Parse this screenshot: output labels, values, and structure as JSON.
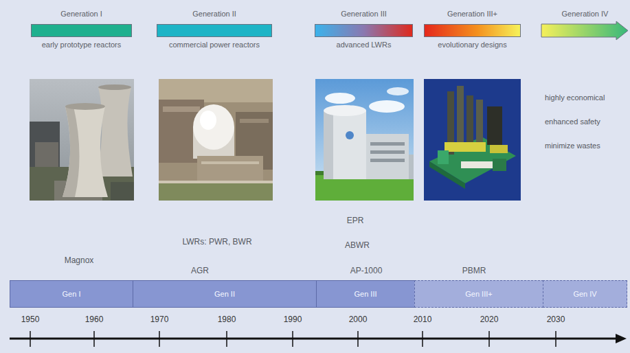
{
  "diagram": {
    "nodes": [
      {
        "text": [
          "Generation I",
          "early prototype reactors"
        ]
      },
      {
        "text": [
          "Generation II",
          "commercial power reactors"
        ]
      },
      {
        "text": [
          "Generation III",
          "advanced LWRs"
        ]
      },
      {
        "text": [
          "Generation III+",
          "evolutionary designs"
        ]
      },
      {
        "text": [
          "Generation IV"
        ]
      },
      {
        "text": [
          "Gen I"
        ]
      },
      {
        "text": [
          "Gen II"
        ]
      },
      {
        "text": [
          "Gen III"
        ]
      },
      {
        "text": [
          "Gen III+"
        ]
      },
      {
        "text": [
          "Gen IV"
        ]
      }
    ],
    "labels": [
      "highly economical",
      "enhanced safety",
      "minimize wastes",
      "Magnox",
      "LWRs: PWR, BWR",
      "AGR",
      "EPR",
      "ABWR",
      "AP-1000",
      "PBMR",
      "1950",
      "1960",
      "1970",
      "1980",
      "1990",
      "2000",
      "2010",
      "2020",
      "2030"
    ]
  }
}
